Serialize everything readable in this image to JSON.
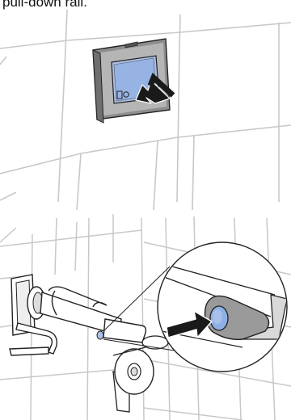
{
  "caption": {
    "text": "pull-down rail."
  },
  "colors": {
    "tile_line": "#c8c8c8",
    "outline": "#222222",
    "switch_frame": "#8e8e8e",
    "switch_frame_light": "#b5b5b5",
    "button_face": "#a9c0e8",
    "button_highlight": "#8fb0e6",
    "arrow": "#1a1a1a",
    "rail_fill": "#ffffff"
  },
  "figures": [
    {
      "name": "wall-push-button-illustration",
      "icon": "arrow-pressing-button-icon"
    },
    {
      "name": "rail-push-button-illustration",
      "icon": "arrow-pressing-rail-button-icon"
    }
  ]
}
